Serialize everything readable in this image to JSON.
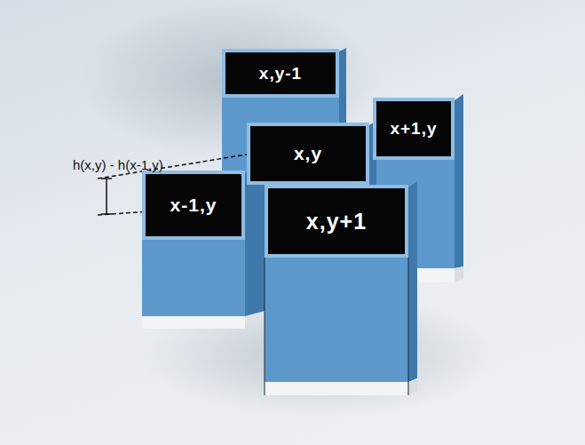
{
  "diagram": {
    "nodes": [
      {
        "text": [
          "x,y-1"
        ]
      },
      {
        "text": [
          "x+1,y"
        ]
      },
      {
        "text": [
          "x,y"
        ]
      },
      {
        "text": [
          "x-1,y"
        ]
      },
      {
        "text": [
          "x,y+1"
        ]
      }
    ],
    "labels": [
      "h(x,y) - h(x-1,y)"
    ]
  }
}
